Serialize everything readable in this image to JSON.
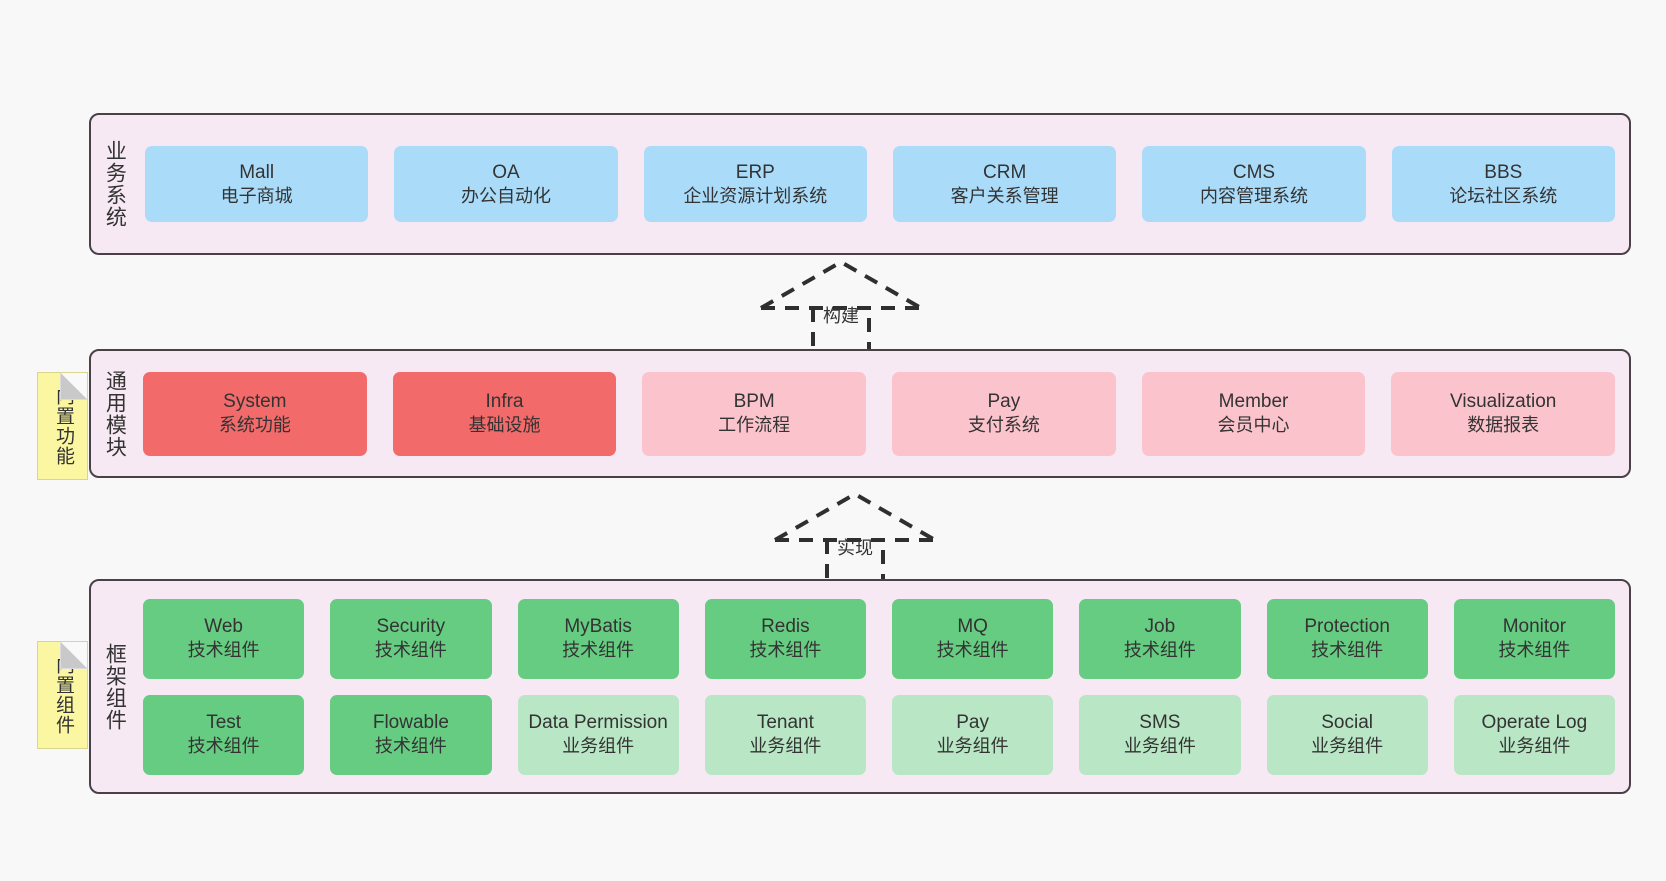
{
  "page": {
    "background": "#f8f8f8",
    "container_fill": "#f7e9f3",
    "container_border": "#4a4148"
  },
  "layers": [
    {
      "id": "business-system",
      "title": "业务系统",
      "rows": [
        [
          {
            "name": "Mall",
            "sub": "电子商城",
            "color": "#aadcfa",
            "tone": "c-blue"
          },
          {
            "name": "OA",
            "sub": "办公自动化",
            "color": "#aadcfa",
            "tone": "c-blue"
          },
          {
            "name": "ERP",
            "sub": "企业资源计划系统",
            "color": "#aadcfa",
            "tone": "c-blue"
          },
          {
            "name": "CRM",
            "sub": "客户关系管理",
            "color": "#aadcfa",
            "tone": "c-blue"
          },
          {
            "name": "CMS",
            "sub": "内容管理系统",
            "color": "#aadcfa",
            "tone": "c-blue"
          },
          {
            "name": "BBS",
            "sub": "论坛社区系统",
            "color": "#aadcfa",
            "tone": "c-blue"
          }
        ]
      ]
    },
    {
      "id": "common-modules",
      "title": "通用模块",
      "note": "内置功能",
      "rows": [
        [
          {
            "name": "System",
            "sub": "系统功能",
            "color": "#f26a6a",
            "tone": "c-red"
          },
          {
            "name": "Infra",
            "sub": "基础设施",
            "color": "#f26a6a",
            "tone": "c-red"
          },
          {
            "name": "BPM",
            "sub": "工作流程",
            "color": "#fbc4cc",
            "tone": "c-pink"
          },
          {
            "name": "Pay",
            "sub": "支付系统",
            "color": "#fbc4cc",
            "tone": "c-pink"
          },
          {
            "name": "Member",
            "sub": "会员中心",
            "color": "#fbc4cc",
            "tone": "c-pink"
          },
          {
            "name": "Visualization",
            "sub": "数据报表",
            "color": "#fbc4cc",
            "tone": "c-pink"
          }
        ]
      ]
    },
    {
      "id": "framework-components",
      "title": "框架组件",
      "note": "内置组件",
      "rows": [
        [
          {
            "name": "Web",
            "sub": "技术组件",
            "color": "#66cc81",
            "tone": "c-green"
          },
          {
            "name": "Security",
            "sub": "技术组件",
            "color": "#66cc81",
            "tone": "c-green"
          },
          {
            "name": "MyBatis",
            "sub": "技术组件",
            "color": "#66cc81",
            "tone": "c-green"
          },
          {
            "name": "Redis",
            "sub": "技术组件",
            "color": "#66cc81",
            "tone": "c-green"
          },
          {
            "name": "MQ",
            "sub": "技术组件",
            "color": "#66cc81",
            "tone": "c-green"
          },
          {
            "name": "Job",
            "sub": "技术组件",
            "color": "#66cc81",
            "tone": "c-green"
          },
          {
            "name": "Protection",
            "sub": "技术组件",
            "color": "#66cc81",
            "tone": "c-green"
          },
          {
            "name": "Monitor",
            "sub": "技术组件",
            "color": "#66cc81",
            "tone": "c-green"
          }
        ],
        [
          {
            "name": "Test",
            "sub": "技术组件",
            "color": "#66cc81",
            "tone": "c-green"
          },
          {
            "name": "Flowable",
            "sub": "技术组件",
            "color": "#66cc81",
            "tone": "c-green"
          },
          {
            "name": "Data Permission",
            "sub": "业务组件",
            "color": "#b9e6c5",
            "tone": "c-lightgreen"
          },
          {
            "name": "Tenant",
            "sub": "业务组件",
            "color": "#b9e6c5",
            "tone": "c-lightgreen"
          },
          {
            "name": "Pay",
            "sub": "业务组件",
            "color": "#b9e6c5",
            "tone": "c-lightgreen"
          },
          {
            "name": "SMS",
            "sub": "业务组件",
            "color": "#b9e6c5",
            "tone": "c-lightgreen"
          },
          {
            "name": "Social",
            "sub": "业务组件",
            "color": "#b9e6c5",
            "tone": "c-lightgreen"
          },
          {
            "name": "Operate Log",
            "sub": "业务组件",
            "color": "#b9e6c5",
            "tone": "c-lightgreen"
          }
        ]
      ]
    }
  ],
  "arrows": [
    {
      "id": "build",
      "label": "构建",
      "from": "common-modules",
      "to": "business-system",
      "style": "dashed-hollow-triangle"
    },
    {
      "id": "realize",
      "label": "实现",
      "from": "framework-components",
      "to": "common-modules",
      "style": "dashed-hollow-triangle"
    }
  ]
}
